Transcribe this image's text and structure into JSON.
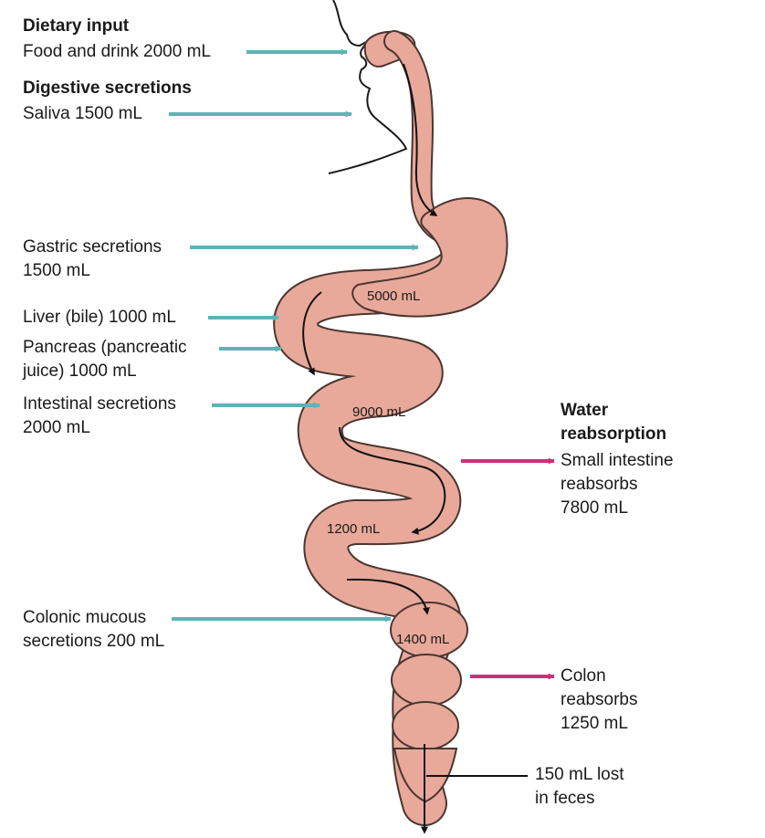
{
  "inputs": {
    "dietary_heading": "Dietary input",
    "food_drink": "Food and drink 2000 mL",
    "digestive_heading": "Digestive secretions",
    "saliva": "Saliva 1500 mL",
    "gastric": [
      "Gastric secretions",
      "1500 mL"
    ],
    "liver": "Liver (bile) 1000 mL",
    "pancreas": [
      "Pancreas (pancreatic",
      "juice) 1000 mL"
    ],
    "intestinal": [
      "Intestinal secretions",
      "2000 mL"
    ],
    "colonic": [
      "Colonic mucous",
      "secretions 200 mL"
    ]
  },
  "volumes": {
    "stomach": "5000 mL",
    "small_intestine_start": "9000 mL",
    "small_intestine_end": "1200 mL",
    "colon": "1400 mL"
  },
  "reabsorption": {
    "heading": [
      "Water",
      "reabsorption"
    ],
    "small_intestine": [
      "Small intestine",
      "reabsorbs",
      "7800 mL"
    ],
    "colon": [
      "Colon",
      "reabsorbs",
      "1250 mL"
    ]
  },
  "output": {
    "feces": [
      "150 mL lost",
      "in feces"
    ]
  },
  "colors": {
    "gut_fill": "#e8a99a",
    "gut_outline": "#4a3631",
    "input_arrow": "#5db3b7",
    "reabsorption_arrow": "#c8327a",
    "flow_arrow": "#111111"
  }
}
